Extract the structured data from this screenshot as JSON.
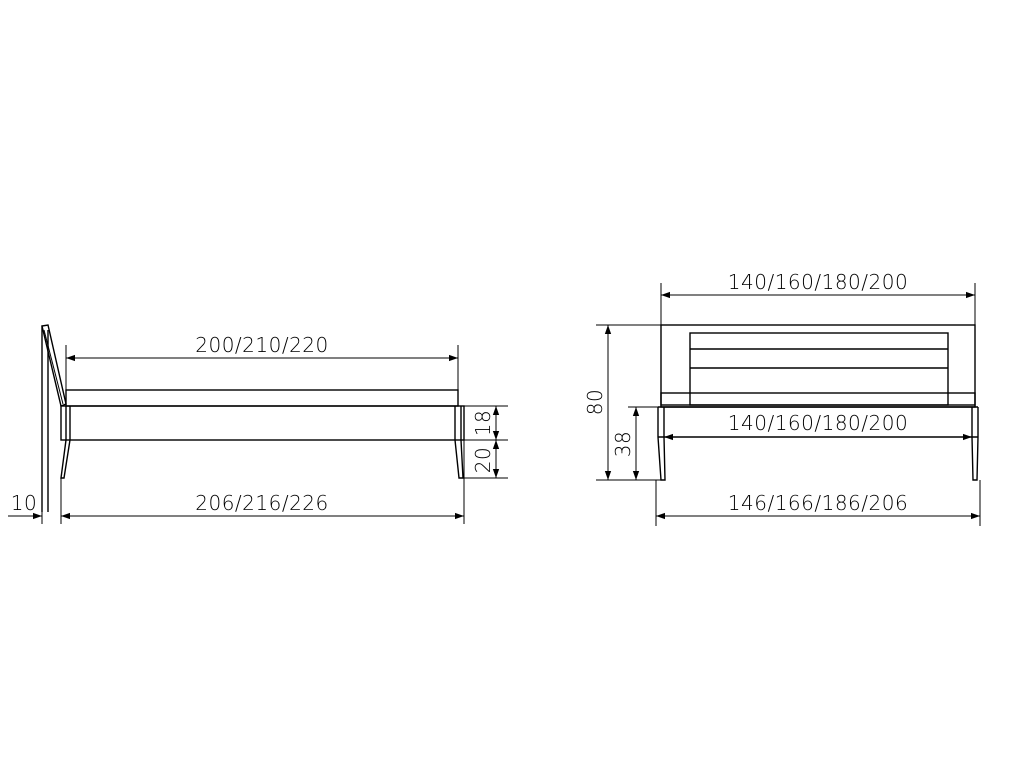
{
  "side_view": {
    "mattress_length": "200/210/220",
    "overall_length": "206/216/226",
    "headboard_offset": "10",
    "frame_height": "18",
    "leg_height": "20"
  },
  "front_view": {
    "headboard_width": "140/160/180/200",
    "inner_width": "140/160/180/200",
    "overall_width": "146/166/186/206",
    "total_height": "80",
    "frame_top_height": "38"
  }
}
